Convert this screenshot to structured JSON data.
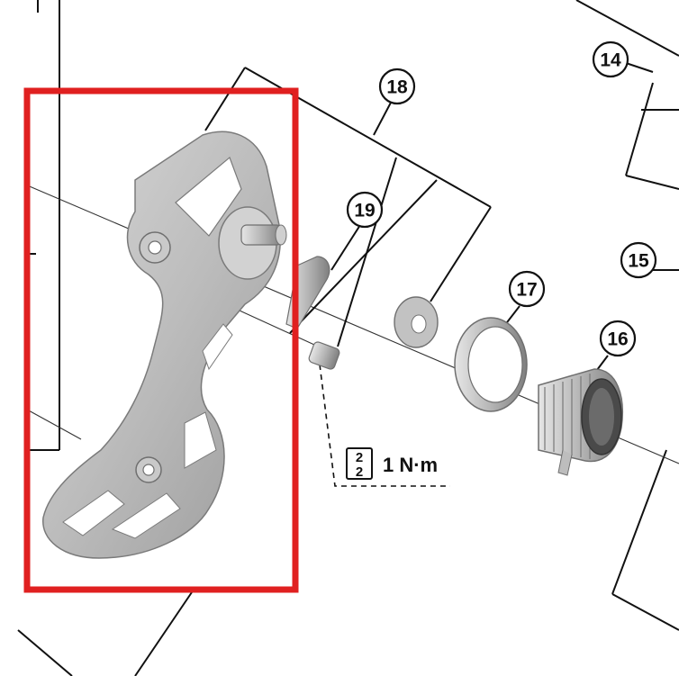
{
  "callouts": {
    "c14": "14",
    "c15": "15",
    "c16": "16",
    "c17": "17",
    "c18": "18",
    "c19": "19"
  },
  "torque": {
    "tool_top": "2",
    "tool_bottom": "2",
    "value": "1 N·m"
  },
  "colors": {
    "highlight_box": "#e02020",
    "part_fill": "#b9b9b9",
    "part_dark": "#8e8e8e",
    "line": "#111111"
  }
}
